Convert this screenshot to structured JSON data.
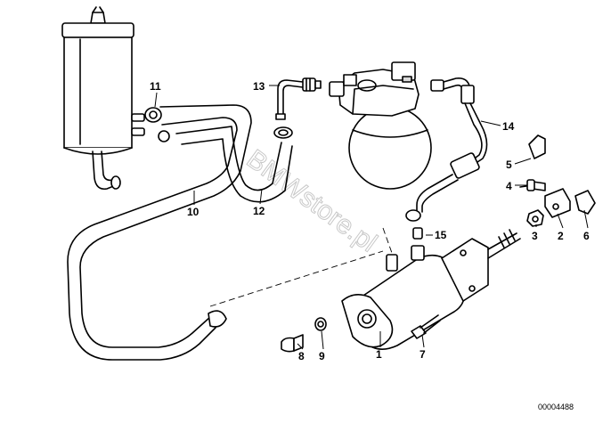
{
  "callouts": [
    {
      "id": "1",
      "text": "1"
    },
    {
      "id": "2",
      "text": "2"
    },
    {
      "id": "3",
      "text": "3"
    },
    {
      "id": "4",
      "text": "4"
    },
    {
      "id": "5",
      "text": "5"
    },
    {
      "id": "6",
      "text": "6"
    },
    {
      "id": "7",
      "text": "7"
    },
    {
      "id": "8",
      "text": "8"
    },
    {
      "id": "9",
      "text": "9"
    },
    {
      "id": "10",
      "text": "10"
    },
    {
      "id": "11",
      "text": "11"
    },
    {
      "id": "12",
      "text": "12"
    },
    {
      "id": "13",
      "text": "13"
    },
    {
      "id": "14",
      "text": "14"
    },
    {
      "id": "15",
      "text": "15"
    }
  ],
  "reference_number": "00004488",
  "watermark": "BMWstore.pl",
  "colors": {
    "line": "#000000",
    "background": "#ffffff",
    "watermark": "#c8c8c8"
  }
}
